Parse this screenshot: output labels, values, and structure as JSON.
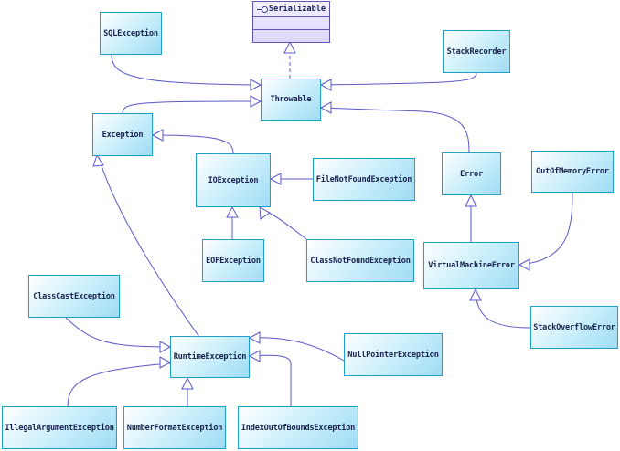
{
  "interface": {
    "name": "Serializable",
    "icon": "interface-lollipop-icon"
  },
  "classes": {
    "sqlexception": "SQLException",
    "stackrecorder": "StackRecorder",
    "throwable": "Throwable",
    "exception": "Exception",
    "ioexception": "IOException",
    "filenotfound": "FileNotFoundException",
    "error": "Error",
    "outofmemory": "OutOfMemoryError",
    "eofexception": "EOFException",
    "classnotfound": "ClassNotFoundException",
    "vmerror": "VirtualMachineError",
    "classcast": "ClassCastException",
    "stackoverflow": "StackOverflowError",
    "runtime": "RuntimeException",
    "nullpointer": "NullPointerException",
    "illegalargument": "IllegalArgumentException",
    "numberformat": "NumberFormatException",
    "indexoutofbounds": "IndexOutOfBoundsException"
  },
  "colors": {
    "class_border": "#1f9fc9",
    "interface_border": "#5f55b8",
    "connector": "#5858c8"
  }
}
